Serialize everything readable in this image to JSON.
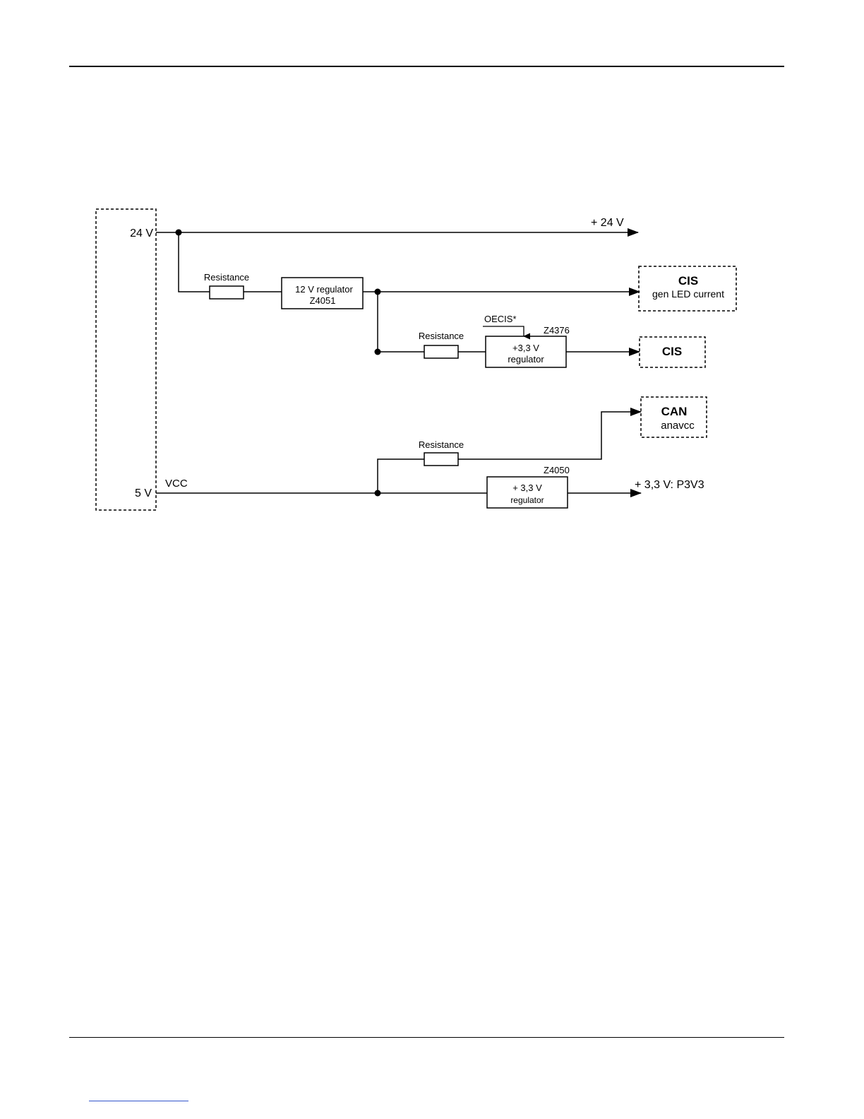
{
  "diagram": {
    "supply": {
      "v24": "24 V",
      "v5": "5 V"
    },
    "vcc_label": "VCC",
    "rail_24v_out": "+ 24 V",
    "resistor_1": "Resistance",
    "resistor_2": "Resistance",
    "resistor_3": "Resistance",
    "reg12": {
      "line1": "12 V regulator",
      "line2": "Z4051"
    },
    "reg33a": {
      "line1": "+3,3 V",
      "line2": "regulator",
      "ref": "Z4376"
    },
    "reg33b": {
      "line1": "+ 3,3 V",
      "line2": "regulator",
      "ref": "Z4050"
    },
    "oecis_label": "OECIS*",
    "cis_led": {
      "title": "CIS",
      "subtitle": "gen LED current"
    },
    "cis": {
      "title": "CIS"
    },
    "can": {
      "title": "CAN",
      "subtitle": "anavcc"
    },
    "p3v3_out": "+ 3,3 V: P3V3"
  }
}
